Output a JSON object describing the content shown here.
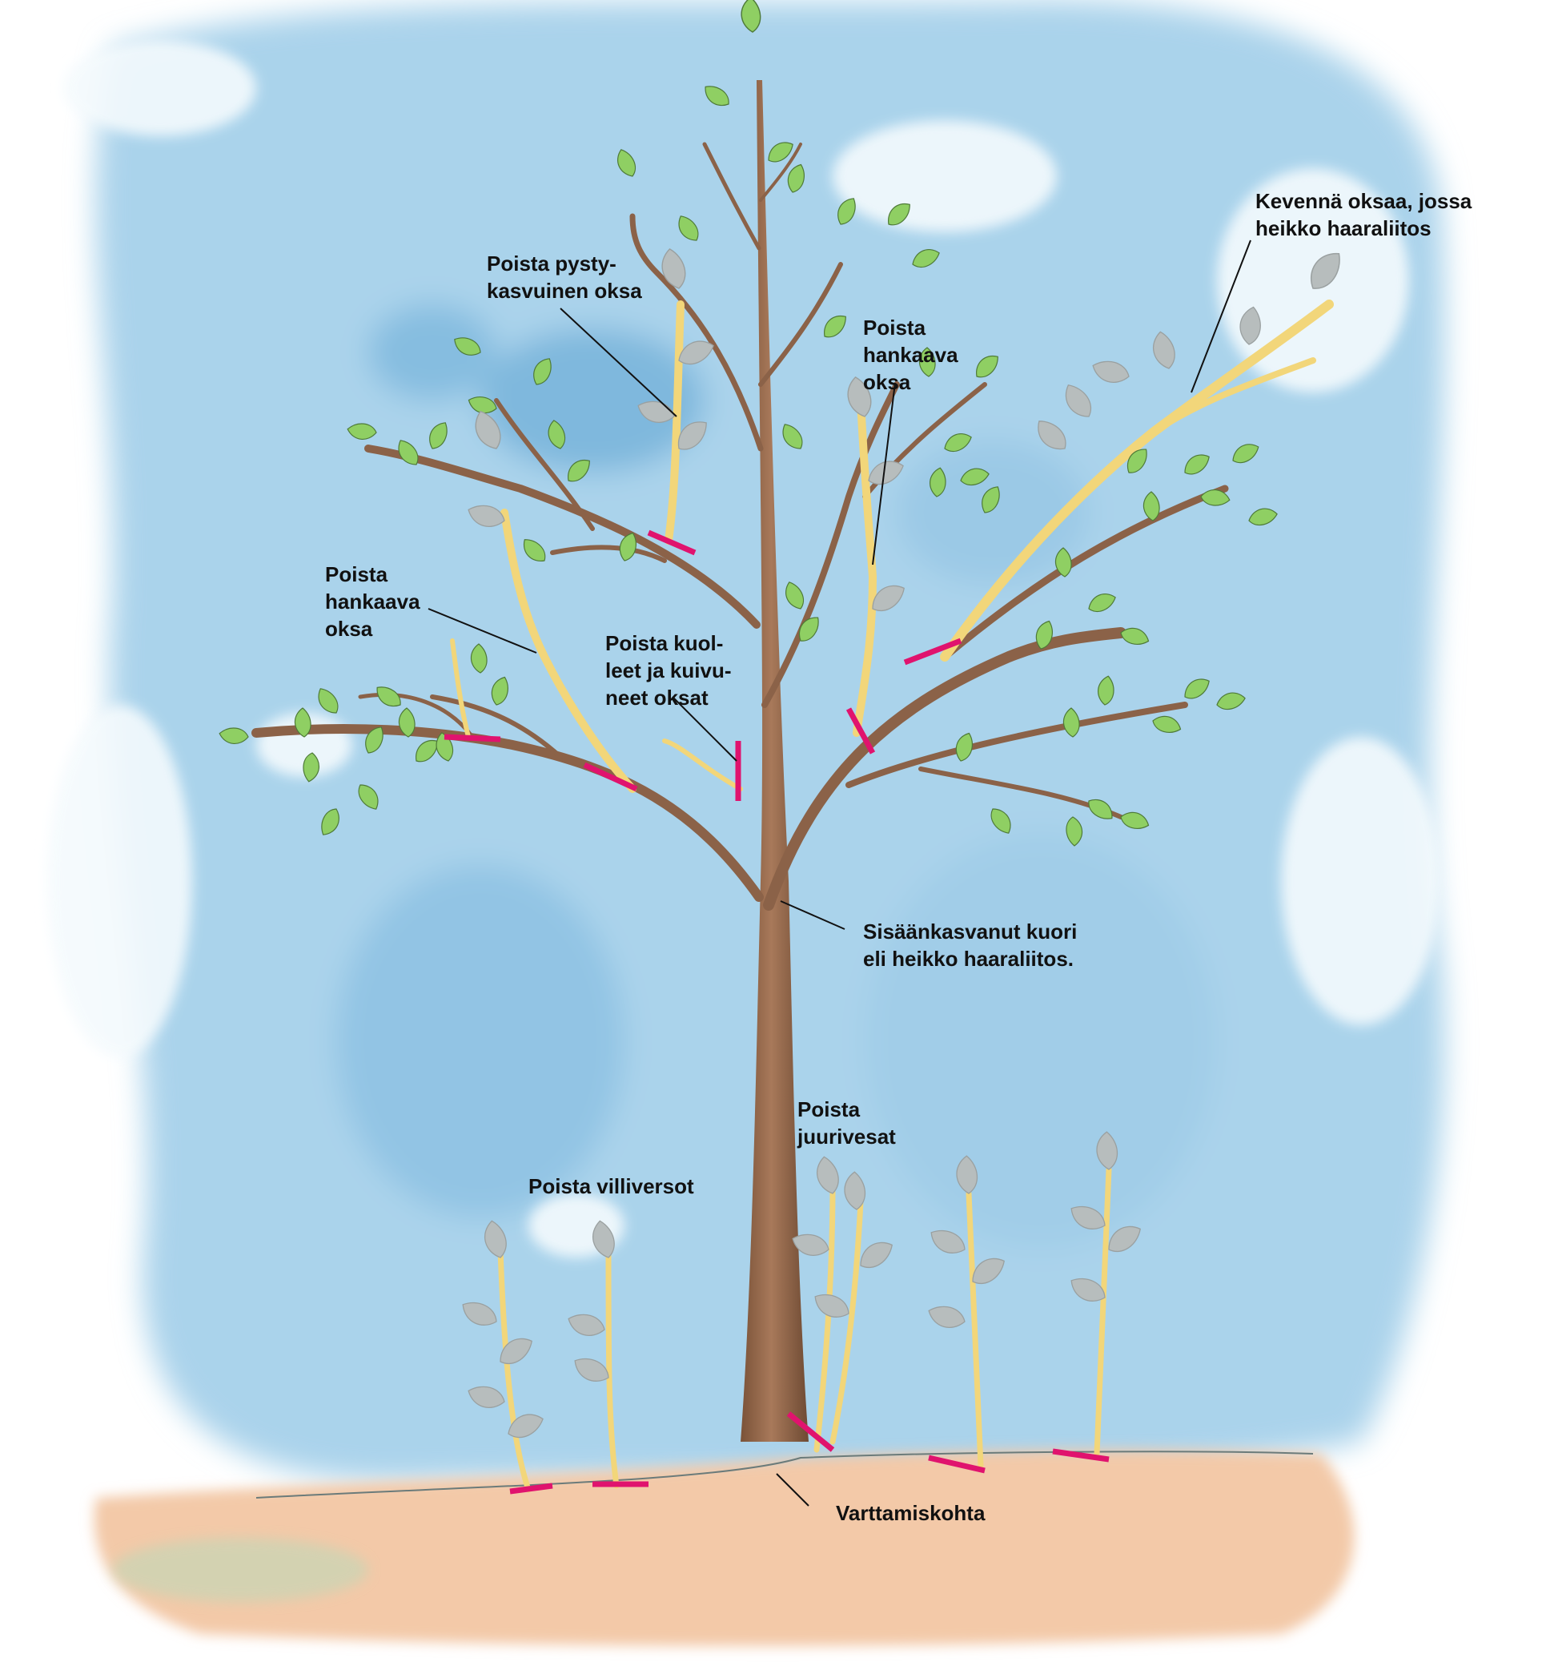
{
  "colors": {
    "sky": "#a9d2ea",
    "sky_dark": "#6fb0d8",
    "ground": "#f3c9a8",
    "trunk": "#9a6e4f",
    "trunk_dark": "#6e4a33",
    "leaf": "#8fcf63",
    "leaf_remove": "#b6bcbc",
    "remove_branch": "#f2d67a",
    "cut_mark": "#e0136e",
    "leader_line": "#111111",
    "text": "#111111"
  },
  "labels": {
    "pystykasvuinen": {
      "line1": "Poista pysty-",
      "line2": "kasvuinen oksa"
    },
    "hankaava_right": {
      "line1": "Poista",
      "line2": "hankaava",
      "line3": "oksa"
    },
    "keventa": {
      "line1": "Kevennä oksaa, jossa",
      "line2": "heikko haaraliitos"
    },
    "hankaava_left": {
      "line1": "Poista",
      "line2": "hankaava",
      "line3": "oksa"
    },
    "kuolleet": {
      "line1": "Poista kuol-",
      "line2": "leet ja kuivu-",
      "line3": "neet oksat"
    },
    "sisaan": {
      "line1": "Sisäänkasvanut kuori",
      "line2": "eli heikko haaraliitos."
    },
    "juurivesat": {
      "line1": "Poista",
      "line2": "juurivesat"
    },
    "villiversot": {
      "line1": "Poista villiversot"
    },
    "varttamiskohta": {
      "line1": "Varttamiskohta"
    }
  }
}
